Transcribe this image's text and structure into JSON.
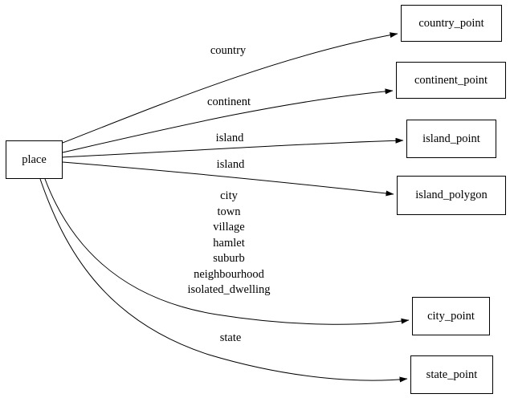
{
  "diagram": {
    "type": "directed-graph",
    "colors": {
      "background": "#ffffff",
      "node_border": "#000000",
      "text": "#000000",
      "edge": "#000000"
    },
    "nodes": {
      "place": {
        "label": "place"
      },
      "country_point": {
        "label": "country_point"
      },
      "continent_point": {
        "label": "continent_point"
      },
      "island_point": {
        "label": "island_point"
      },
      "island_polygon": {
        "label": "island_polygon"
      },
      "city_point": {
        "label": "city_point"
      },
      "state_point": {
        "label": "state_point"
      }
    },
    "edges": [
      {
        "from": "place",
        "to": "country_point",
        "label": "country"
      },
      {
        "from": "place",
        "to": "continent_point",
        "label": "continent"
      },
      {
        "from": "place",
        "to": "island_point",
        "label": "island"
      },
      {
        "from": "place",
        "to": "island_polygon",
        "label": "island"
      },
      {
        "from": "place",
        "to": "city_point",
        "label_lines": [
          "city",
          "town",
          "village",
          "hamlet",
          "suburb",
          "neighbourhood",
          "isolated_dwelling"
        ]
      },
      {
        "from": "place",
        "to": "state_point",
        "label": "state"
      }
    ]
  }
}
